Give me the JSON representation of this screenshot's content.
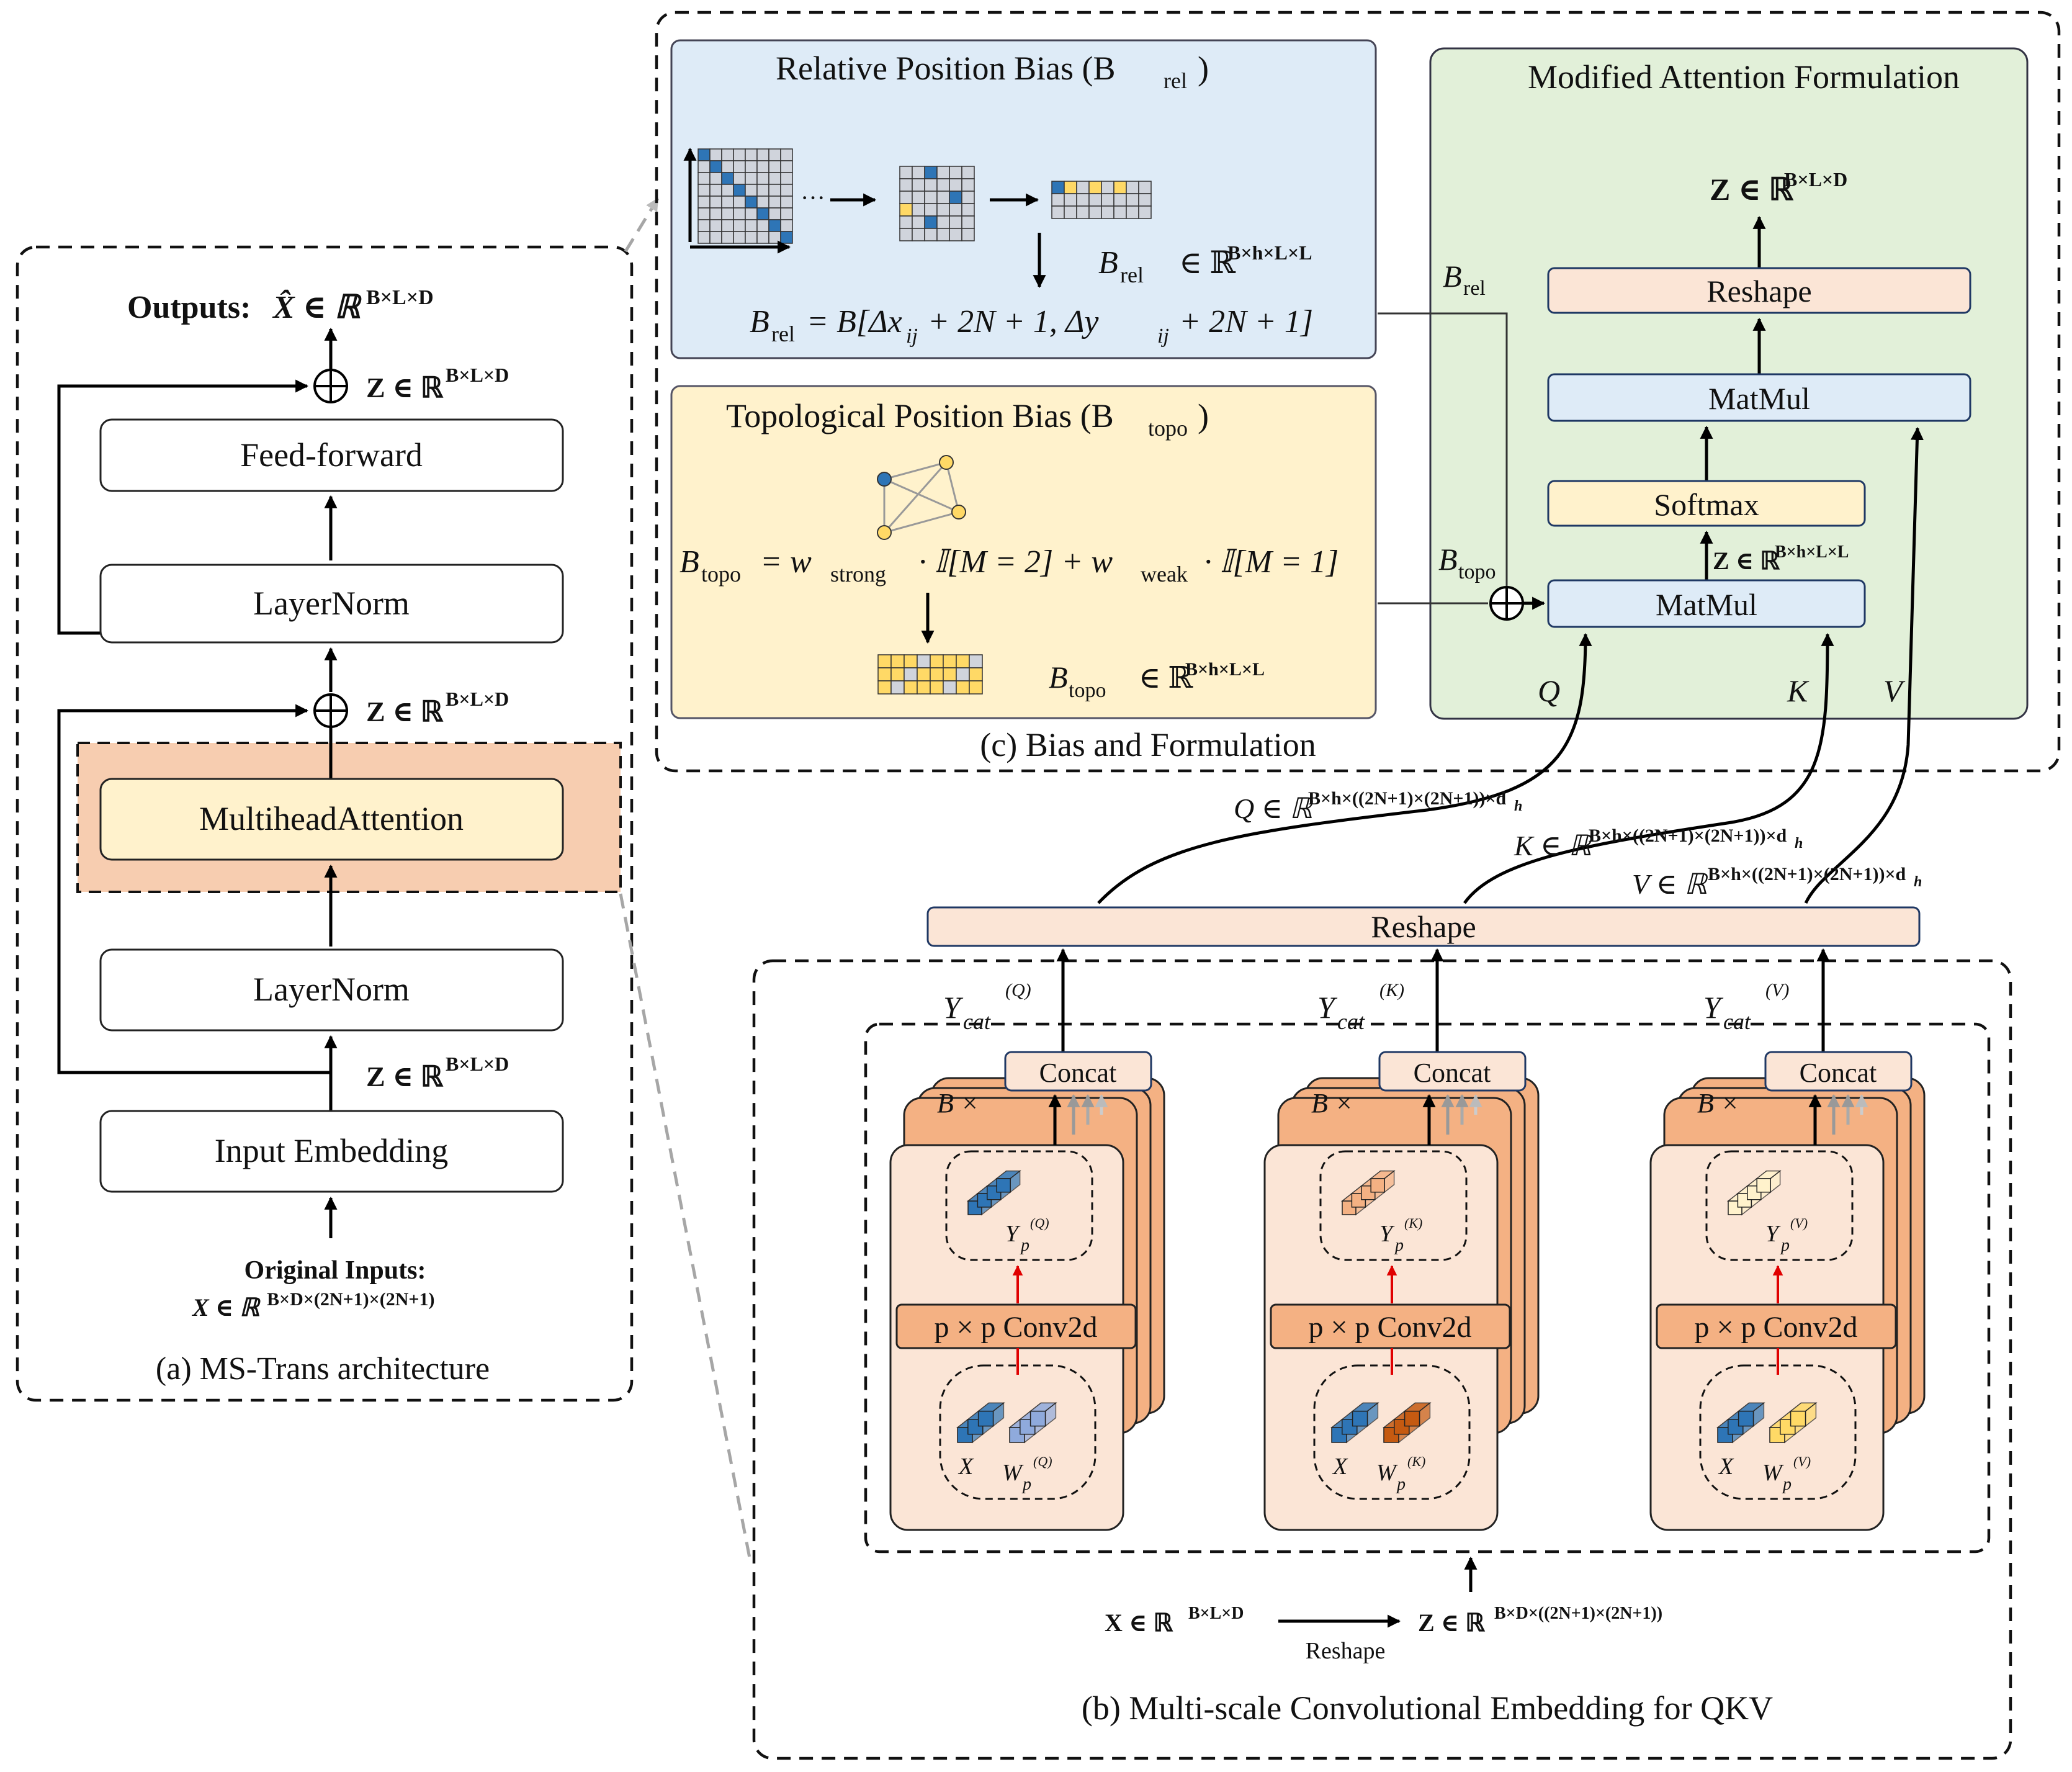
{
  "panel_a": {
    "caption": "(a)  MS-Trans architecture",
    "outputs_label": "Outputs:",
    "outputs_math": "X̂ ∈ ℝ",
    "outputs_sup": "B×L×D",
    "z_label": "Z ∈ ℝ",
    "z_sup": "B×L×D",
    "feed_forward": "Feed-forward",
    "layernorm_top": "LayerNorm",
    "multihead_attention": "MultiheadAttention",
    "layernorm_bottom": "LayerNorm",
    "input_embedding": "Input Embedding",
    "original_inputs": "Original Inputs:",
    "x_math": "X ∈ ℝ",
    "x_sup": "B×D×(2N+1)×(2N+1)"
  },
  "panel_c": {
    "caption": "(c)  Bias and Formulation",
    "rel_title": "Relative Position Bias (B",
    "rel_title_sub": "rel",
    "rel_dots": "···",
    "rel_dim": "B",
    "rel_dim_sub": "rel",
    "rel_dim_space": "∈ ℝ",
    "rel_dim_sup": "B×h×L×L",
    "rel_formula_lhs": "B",
    "rel_formula_sub": "rel",
    "rel_formula_rhs": "= B[Δx",
    "rel_formula_ij": "ij",
    "rel_formula_mid": " + 2N + 1,  Δy",
    "rel_formula_end": " + 2N + 1]",
    "topo_title": "Topological Position Bias (B",
    "topo_title_sub": "topo",
    "topo_formula": "B",
    "topo_formula_sub": "topo",
    "topo_formula_eq": " = w",
    "topo_strong": "strong",
    "topo_mid": " · 𝕀[M = 2] + w",
    "topo_weak": "weak",
    "topo_end": " · 𝕀[M = 1]",
    "topo_dim": "B",
    "topo_dim_sub": "topo",
    "topo_dim_space": "∈ ℝ",
    "topo_dim_sup": "B×h×L×L",
    "attn_title": "Modified Attention Formulation",
    "attn_z": "Z ∈ ℝ",
    "attn_z_sup": "B×L×D",
    "reshape": "Reshape",
    "matmul_top": "MatMul",
    "softmax": "Softmax",
    "softmax_z": "Z ∈ ℝ",
    "softmax_z_sup": "B×h×L×L",
    "matmul_bottom": "MatMul",
    "brel_label": "B",
    "brel_sub": "rel",
    "btopo_label": "B",
    "btopo_sub": "topo",
    "q": "Q",
    "k": "K",
    "v": "V"
  },
  "qkv": {
    "q_label": "Q ∈ ℝ",
    "k_label": "K ∈ ℝ",
    "v_label": "V ∈ ℝ",
    "dim_sup": "B×h×((2N+1)×(2N+1))×d",
    "dim_sub": "h"
  },
  "panel_b": {
    "caption": "(b)  Multi-scale Convolutional Embedding for QKV",
    "reshape": "Reshape",
    "ycat": "Y",
    "ycat_sub": "cat",
    "branches": [
      {
        "tag": "(Q)"
      },
      {
        "tag": "(K)"
      },
      {
        "tag": "(V)"
      }
    ],
    "concat": "Concat",
    "bx": "B ×",
    "yp": "Y",
    "yp_sub": "p",
    "conv": "p × p Conv2d",
    "x": "X",
    "wp": "W",
    "wp_sub": "p",
    "bottom_x": "X ∈ ℝ",
    "bottom_x_sup": "B×L×D",
    "bottom_z": "Z ∈ ℝ",
    "bottom_z_sup": "B×D×((2N+1)×(2N+1))",
    "bottom_reshape": "Reshape"
  },
  "colors": {
    "attention_bg": "#f7cdb0",
    "attention_box": "#fff2cc",
    "rel_bg": "#deebf7",
    "topo_bg": "#fff2cc",
    "attn_bg": "#e2f0d9",
    "reshape_fill": "#fbe5d6",
    "matmul_fill": "#deebf7",
    "softmax_fill": "#fff2cc",
    "card_fill": "#fbe5d6",
    "card_stack": "#f4b183",
    "blue_cube": "#2e75b6",
    "orange_cube": "#c55a11",
    "yellow_cube": "#ffd966"
  }
}
